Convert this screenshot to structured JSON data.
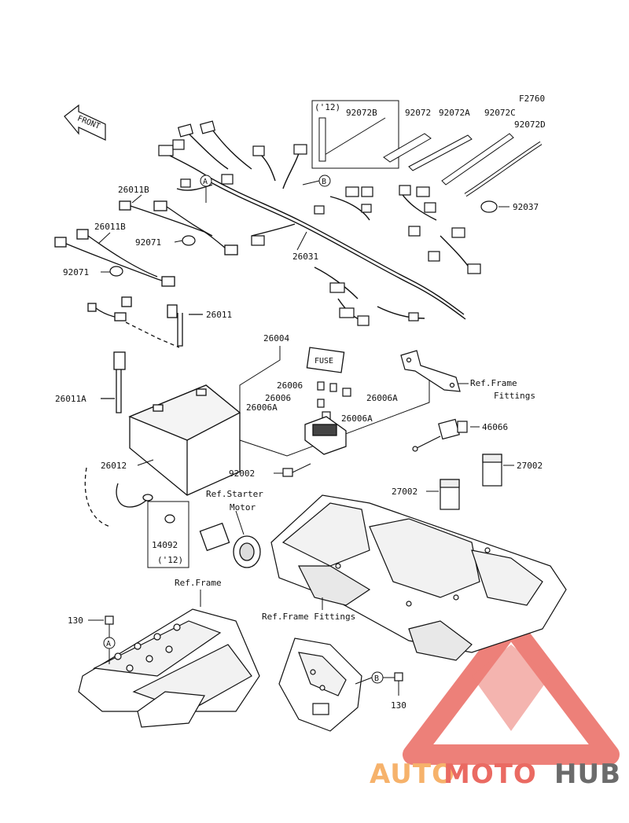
{
  "figure_code": "F2760",
  "front_arrow": "FRONT",
  "part_numbers": {
    "p26011B_upper": "26011B",
    "p26011B_lower": "26011B",
    "p92071_upper": "92071",
    "p92071_lower": "92071",
    "p26011": "26011",
    "p26011A": "26011A",
    "p26012": "26012",
    "p14092": "14092",
    "p14092_note": "('12)",
    "p26004": "26004",
    "p26006_a": "26006",
    "p26006_b": "26006",
    "p26006A_a": "26006A",
    "p26006A_b": "26006A",
    "p26006A_c": "26006A",
    "p92002": "92002",
    "p46066": "46066",
    "p27002_a": "27002",
    "p27002_b": "27002",
    "p26031": "26031",
    "p92072B_note": "('12)",
    "p92072B": "92072B",
    "p92072": "92072",
    "p92072A": "92072A",
    "p92072C": "92072C",
    "p92072D": "92072D",
    "p92037": "92037",
    "p130_a": "130",
    "p130_b": "130"
  },
  "references": {
    "frame_fittings_1_line1": "Ref.Frame",
    "frame_fittings_1_line2": "Fittings",
    "starter_line1": "Ref.Starter",
    "starter_line2": "Motor",
    "frame": "Ref.Frame",
    "frame_fittings_2": "Ref.Frame Fittings"
  },
  "callouts": {
    "a_top": "A",
    "b_top": "B",
    "a_bottom": "A",
    "b_bottom": "B"
  },
  "fuse_label": "FUSE",
  "watermark": {
    "part1": "AUTO",
    "part2": "MOTO",
    "part3": "HUB",
    "color_orange": "#f6b26b",
    "color_red": "#ea6a62",
    "color_gray": "#6b6b6b"
  }
}
